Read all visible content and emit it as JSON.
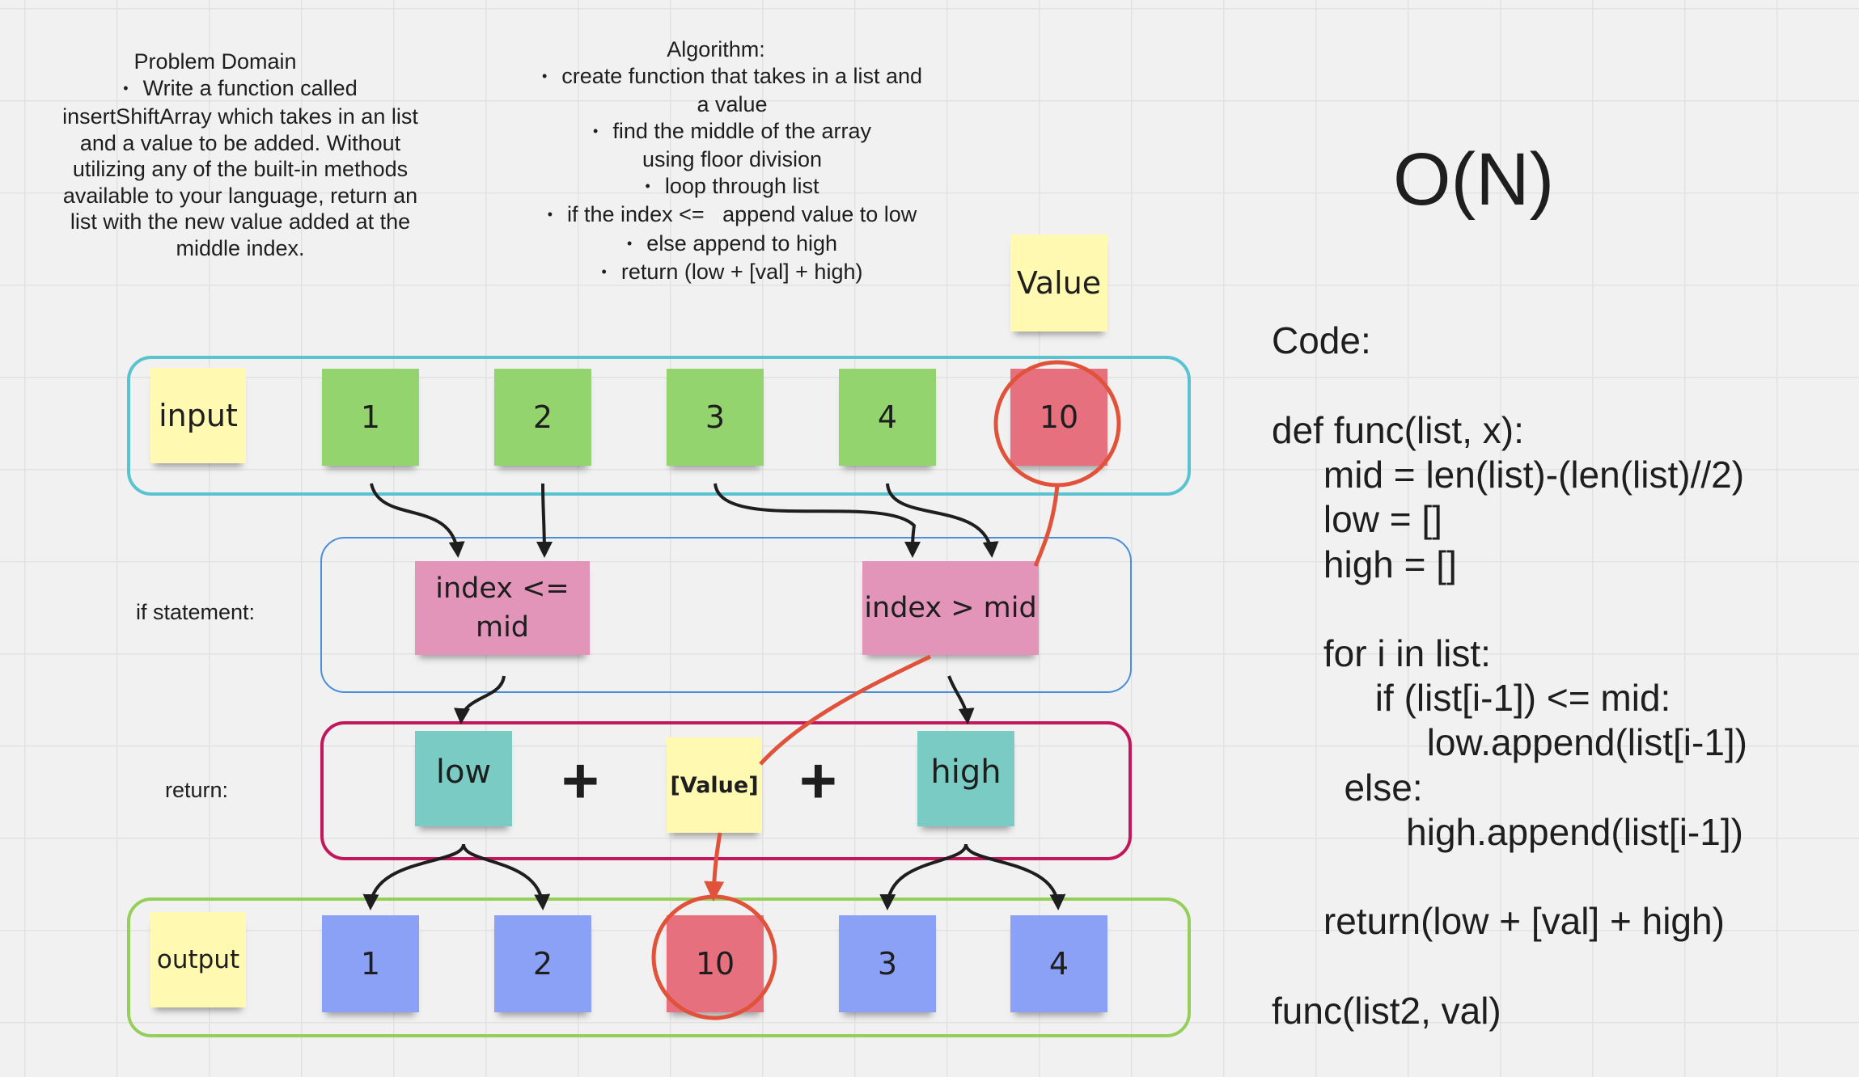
{
  "problem": {
    "title": "Problem Domain",
    "bullet": "Write a function called insertShiftArray which takes in an list and a value to be added. Without utilizing any of the built-in methods available to your language, return an list with the new value added at the middle index."
  },
  "algorithm": {
    "title": "Algorithm:",
    "steps": [
      "create function that takes in a list and a value",
      "find the middle of the array using floor division",
      "loop through list",
      "if the index <=   append value to low",
      "else append to high",
      "return (low + [val] + high)"
    ]
  },
  "complexity": "O(N)",
  "value_note": "Value",
  "input_row": {
    "label": "input",
    "items": [
      "1",
      "2",
      "3",
      "4"
    ],
    "value": "10"
  },
  "if_row": {
    "label": "if statement:",
    "left": "index <=\nmid",
    "right": "index > mid"
  },
  "return_row": {
    "label": "return:",
    "low": "low",
    "plus": "+",
    "value": "[Value]",
    "high": "high"
  },
  "output_row": {
    "label": "output",
    "items": [
      "1",
      "2",
      "10",
      "3",
      "4"
    ]
  },
  "code": {
    "heading": "Code:",
    "lines": [
      "def func(list, x):",
      "     mid = len(list)-(len(list)//2)",
      "     low = []",
      "     high = []",
      "",
      "     for i in list:",
      "          if (list[i-1]) <= mid:",
      "               low.append(list[i-1])",
      "       else:",
      "             high.append(list[i-1])",
      "",
      "     return(low + [val] + high)",
      "",
      "func(list2, val)"
    ]
  },
  "colors": {
    "input_frame": "#59c3d0",
    "if_frame": "#4a8fdb",
    "return_frame": "#c2185b",
    "output_frame": "#95cf5a",
    "highlight": "#e0533a"
  }
}
